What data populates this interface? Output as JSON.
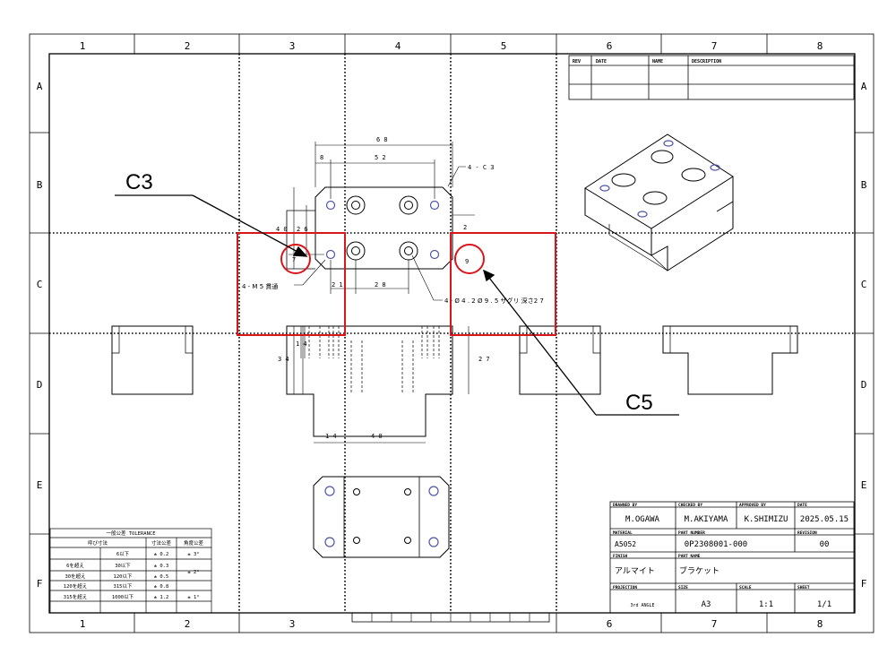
{
  "frame": {
    "col_numbers": [
      "1",
      "2",
      "3",
      "4",
      "5",
      "6",
      "7",
      "8"
    ],
    "row_letters": [
      "A",
      "B",
      "C",
      "D",
      "E",
      "F"
    ]
  },
  "revision_table": {
    "headers": [
      "REV",
      "DATE",
      "NAME",
      "DESCRIPTION"
    ]
  },
  "dimensions": {
    "overall_68": "6 8",
    "d8": "8",
    "d52": "5 2",
    "chamfer": "4 - C 3",
    "d40": "4 0",
    "d26": "2 6",
    "d7": "7",
    "d2": "2",
    "d9": "9",
    "d21": "2 1",
    "d28": "2 8",
    "tap": "4 - M 5 貫通",
    "hole": "4 - Ø 4 . 2  Ø 9 . 5 ザグリ 深さ2 7",
    "d14v": "1 4",
    "d34": "3 4",
    "d27": "2 7",
    "d14h": "1 4",
    "d40h": "4 0"
  },
  "callouts": {
    "c3": "C3",
    "c5": "C5"
  },
  "tolerance": {
    "title": "一般公差  TOLERANCE",
    "col_nominal": "呼び寸法",
    "col_dim": "寸法公差",
    "col_angle": "角度公差",
    "rows": [
      [
        "",
        "6以下",
        "± 0.2"
      ],
      [
        "6を超え",
        "30以下",
        "± 0.3"
      ],
      [
        "30を超え",
        "120以下",
        "± 0.5"
      ],
      [
        "120を超え",
        "315以下",
        "± 0.8"
      ],
      [
        "315を超え",
        "1000以下",
        "± 1.2"
      ]
    ],
    "angles": [
      "± 3°",
      "± 2°",
      "± 1°"
    ]
  },
  "title_block": {
    "drawn_by_label": "DRAWNED BY",
    "drawn_by": "M.OGAWA",
    "checked_by_label": "CHECKED BY",
    "checked_by": "M.AKIYAMA",
    "approved_by_label": "APPROVED BY",
    "approved_by": "K.SHIMIZU",
    "date_label": "DATE",
    "date": "2025.05.15",
    "material_label": "MATERIAL",
    "material": "A5052",
    "part_number_label": "PART NUMBER",
    "part_number": "0P2308001-000",
    "revision_label": "REVISION",
    "revision": "00",
    "finish_label": "FINISH",
    "finish": "アルマイト",
    "part_name_label": "PART NAME",
    "part_name": "ブラケット",
    "projection_label": "PROJECTION",
    "projection": "3rd ANGLE",
    "size_label": "SIZE",
    "size": "A3",
    "scale_label": "SCALE",
    "scale": "1:1",
    "sheet_label": "SHEET",
    "sheet": "1/1"
  },
  "colors": {
    "highlight": "#d9161c",
    "hole": "#5055a8",
    "line": "#000000"
  }
}
